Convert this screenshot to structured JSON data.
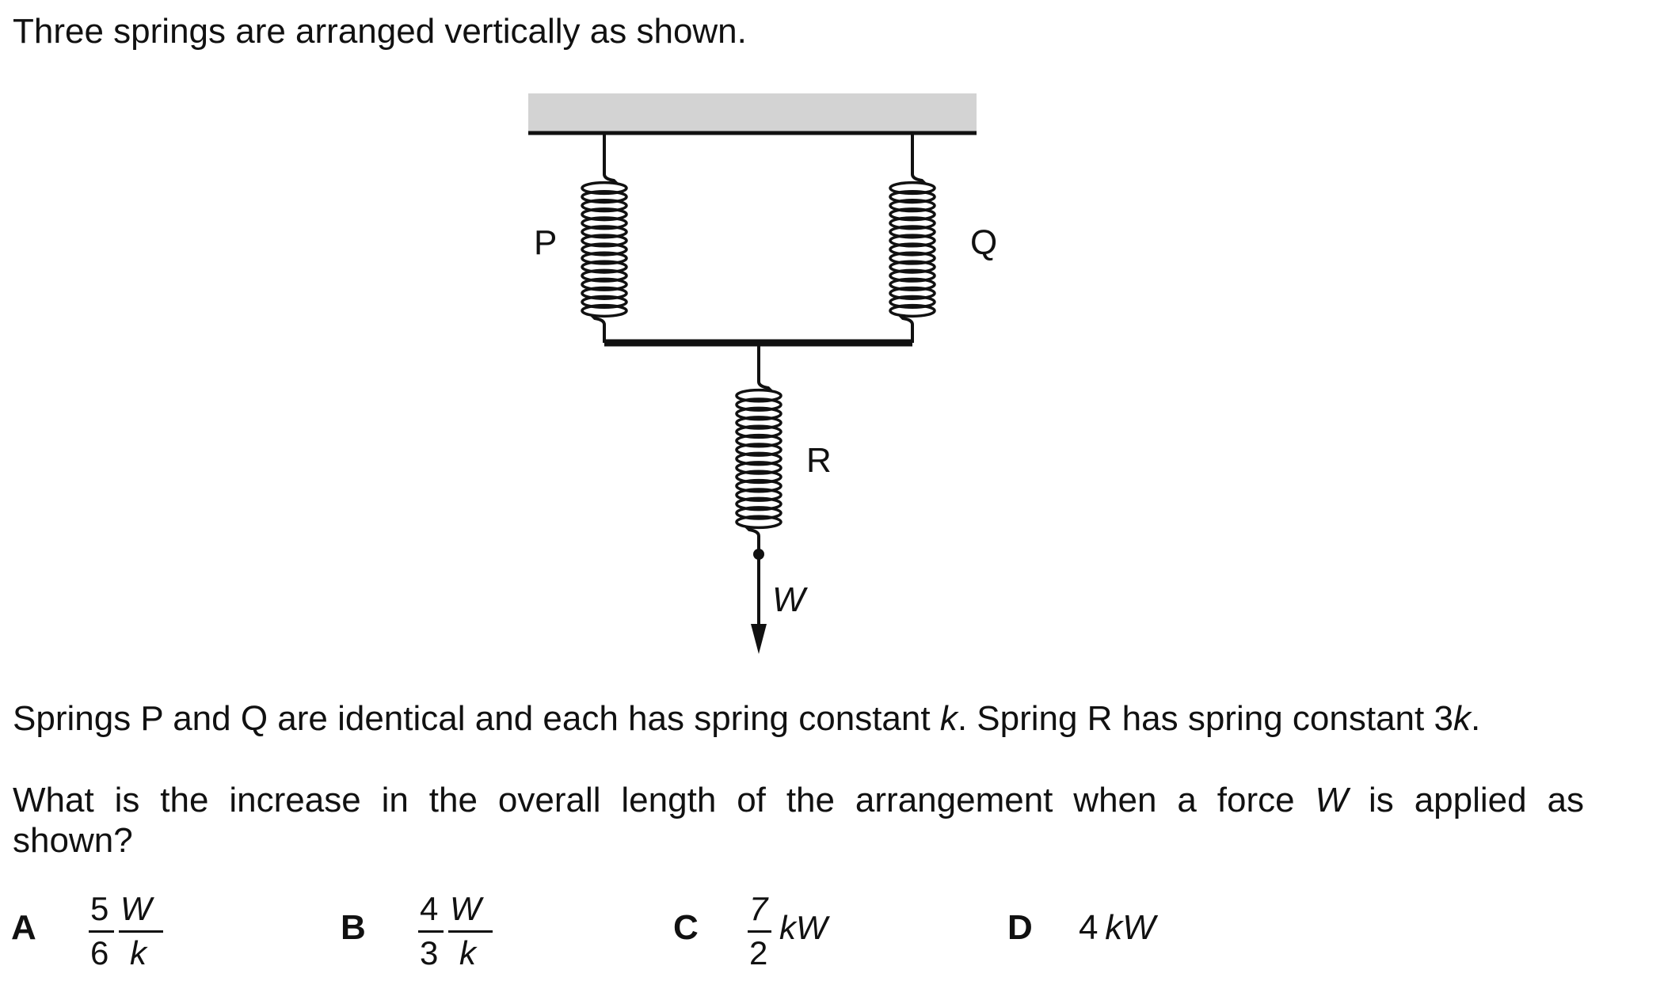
{
  "intro": "Three springs are arranged vertically as shown.",
  "diagram": {
    "label_p": "P",
    "label_q": "Q",
    "label_r": "R",
    "label_w": "W"
  },
  "statement": {
    "part1": "Springs P and Q are identical and each has spring constant ",
    "k1": "k",
    "part2": ". Spring R has spring constant 3",
    "k2": "k",
    "part3": "."
  },
  "question": {
    "line1_a": "What is the increase in the overall length of the arrangement when a force ",
    "line1_w": "W",
    "line1_b": " is applied as",
    "line2": "shown?"
  },
  "options": {
    "a": {
      "letter": "A",
      "num1": "5",
      "num2": "W",
      "den1": "6",
      "den2": "k"
    },
    "b": {
      "letter": "B",
      "num1": "4",
      "num2": "W",
      "den1": "3",
      "den2": "k"
    },
    "c": {
      "letter": "C",
      "num": "7",
      "den": "2",
      "rest": "kW"
    },
    "d": {
      "letter": "D",
      "value": "4 ",
      "rest": "kW"
    }
  }
}
